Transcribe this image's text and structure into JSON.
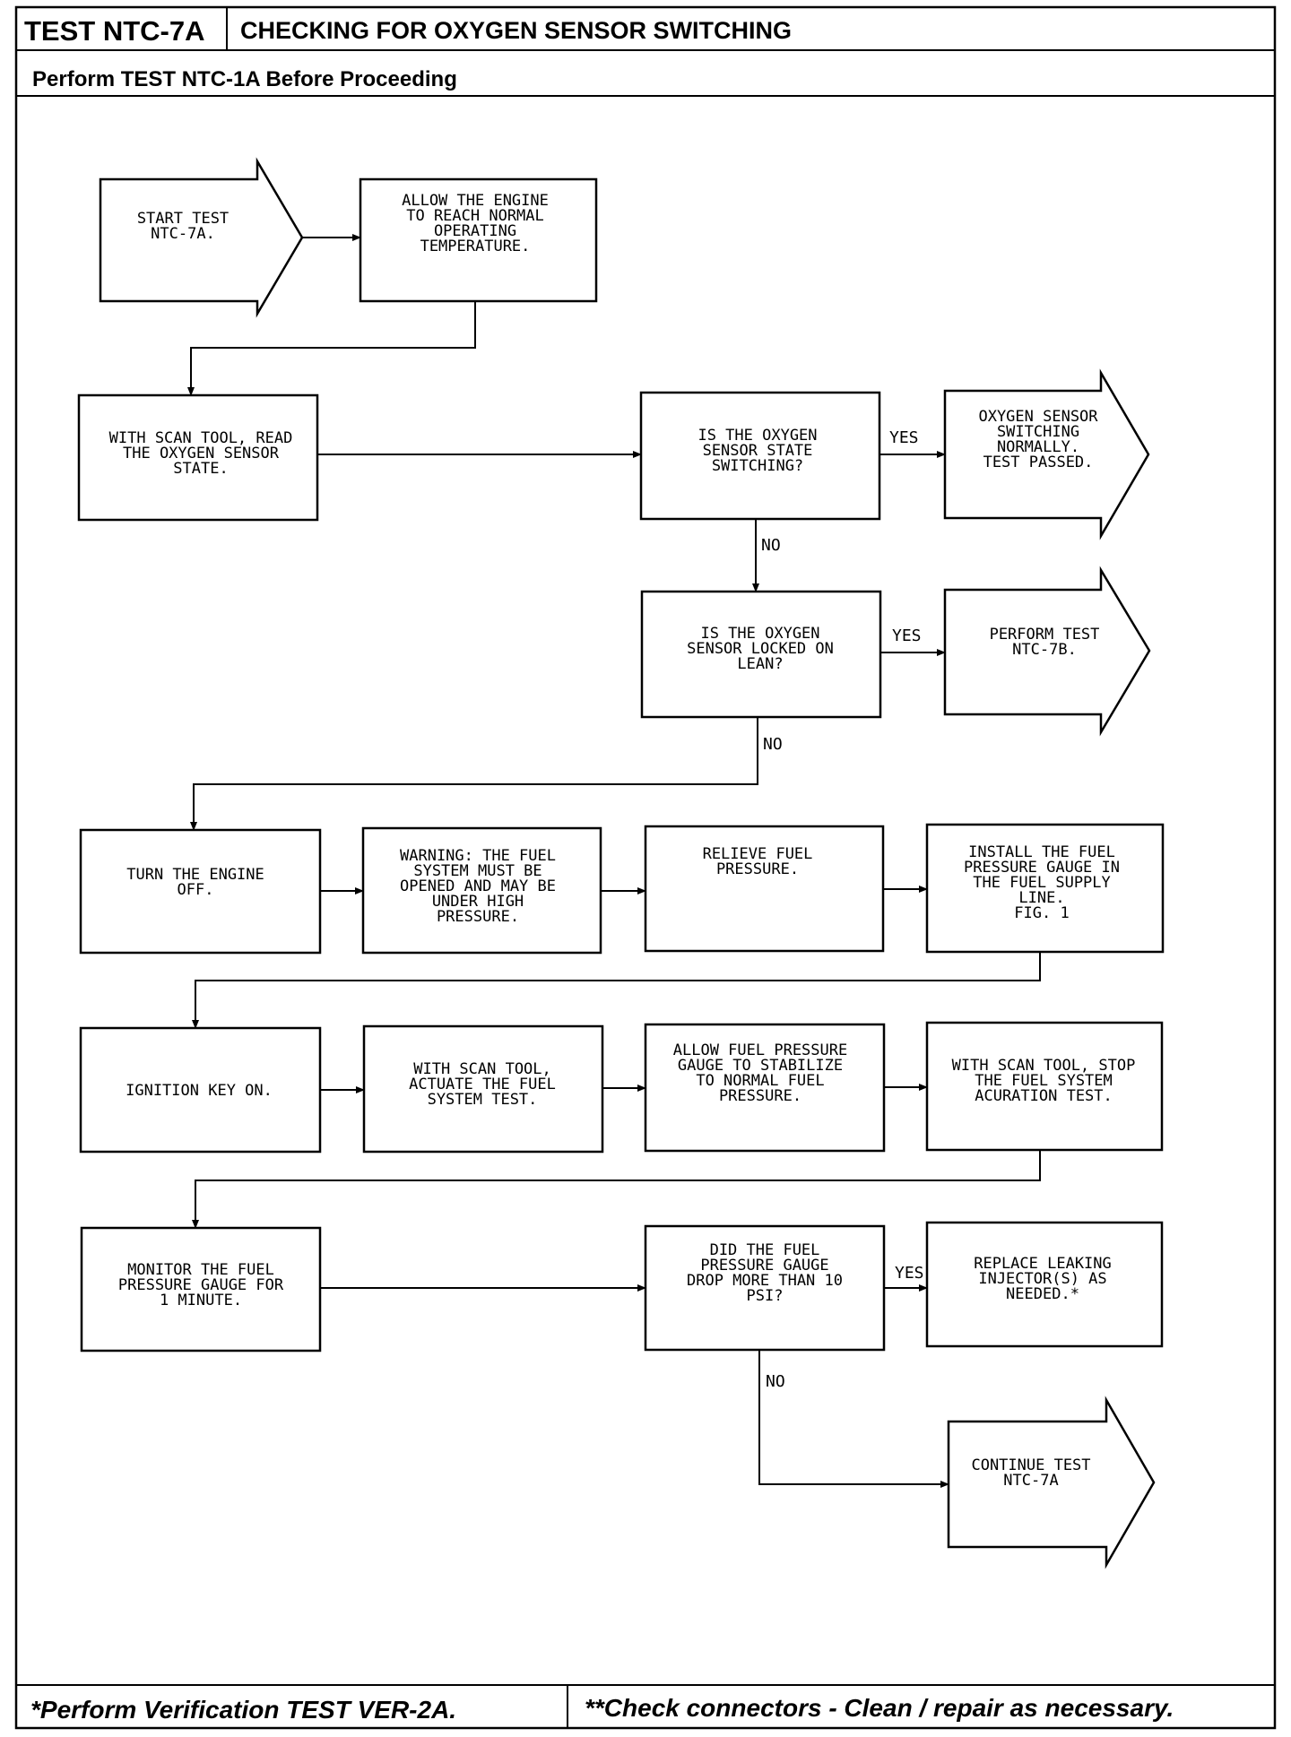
{
  "header": {
    "test_id": "TEST NTC-7A",
    "title": "CHECKING FOR OXYGEN SENSOR SWITCHING",
    "prerequisite": "Perform TEST NTC-1A Before Proceeding"
  },
  "flow": {
    "start": [
      "START TEST",
      "NTC-7A."
    ],
    "allow_engine": [
      "ALLOW THE ENGINE",
      "TO REACH NORMAL",
      "OPERATING",
      "TEMPERATURE."
    ],
    "read_sensor": [
      "WITH SCAN TOOL, READ",
      "THE OXYGEN SENSOR",
      "STATE."
    ],
    "is_switching": [
      "IS THE OXYGEN",
      "SENSOR STATE",
      "SWITCHING?"
    ],
    "switching_ok": [
      "OXYGEN SENSOR",
      "SWITCHING",
      "NORMALLY.",
      "",
      "TEST PASSED."
    ],
    "locked_lean": [
      "IS THE OXYGEN",
      "SENSOR LOCKED ON",
      "LEAN?"
    ],
    "perform_7b": [
      "PERFORM TEST",
      "NTC-7B."
    ],
    "engine_off": [
      "TURN THE ENGINE",
      "OFF."
    ],
    "warning": [
      "WARNING: THE FUEL",
      "SYSTEM MUST BE",
      "OPENED AND MAY BE",
      "UNDER HIGH",
      "PRESSURE."
    ],
    "relieve": [
      "RELIEVE FUEL",
      "PRESSURE."
    ],
    "install_gauge": [
      "INSTALL THE FUEL",
      "PRESSURE GAUGE IN",
      "THE FUEL SUPPLY",
      "LINE.",
      "FIG. 1"
    ],
    "ignition_on": [
      "IGNITION KEY ON."
    ],
    "actuate": [
      "WITH SCAN TOOL,",
      "ACTUATE THE FUEL",
      "SYSTEM TEST."
    ],
    "stabilize": [
      "ALLOW FUEL PRESSURE",
      "GAUGE TO STABILIZE",
      "TO NORMAL FUEL",
      "PRESSURE."
    ],
    "stop_test": [
      "WITH SCAN TOOL, STOP",
      "THE FUEL SYSTEM",
      "ACURATION TEST."
    ],
    "monitor": [
      "MONITOR THE FUEL",
      "PRESSURE GAUGE FOR",
      "1 MINUTE."
    ],
    "drop_10psi": [
      "DID THE FUEL",
      "PRESSURE GAUGE",
      "DROP MORE THAN 10",
      "PSI?"
    ],
    "replace_injector": [
      "REPLACE LEAKING",
      "INJECTOR(S) AS",
      "NEEDED.*"
    ],
    "continue": [
      "CONTINUE TEST",
      "NTC-7A"
    ]
  },
  "labels": {
    "yes": "YES",
    "no": "NO"
  },
  "footer": {
    "left": "*Perform Verification TEST VER-2A.",
    "right": "**Check connectors - Clean / repair as necessary."
  }
}
